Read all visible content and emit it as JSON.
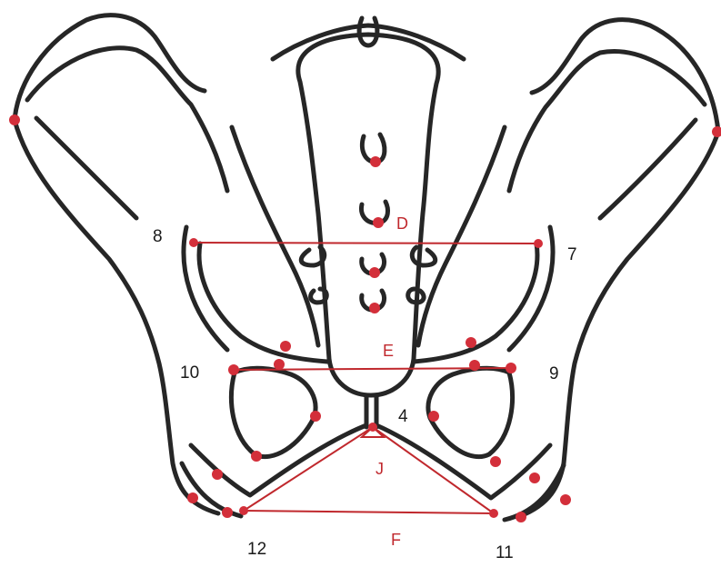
{
  "colors": {
    "bone": "#262626",
    "measure": "#c0282d",
    "landmark": "#d32f3a",
    "segment_label": "#c0282d",
    "number_label": "#1a1a1a"
  },
  "labels": {
    "pt8": "8",
    "pt7": "7",
    "pt10": "10",
    "pt9": "9",
    "pt4": "4",
    "pt12": "12",
    "pt11": "11",
    "segD": "D",
    "segE": "E",
    "segJ": "J",
    "segF": "F"
  }
}
